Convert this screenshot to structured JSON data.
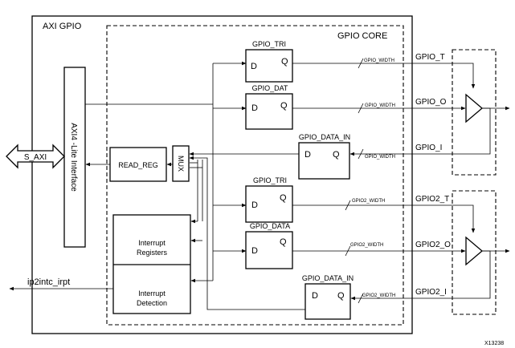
{
  "labels": {
    "axi_gpio": "AXI GPIO",
    "gpio_core": "GPIO CORE",
    "axi_lite": "AXI4 -Lite Interface",
    "s_axi": "S_AXI",
    "read_reg": "READ_REG",
    "mux": "MUX",
    "interrupt_registers_1": "Interrupt",
    "interrupt_registers_2": "Registers",
    "interrupt_detection_1": "Interrupt",
    "interrupt_detection_2": "Detection",
    "ip2intc": "ip2intc_irpt",
    "figure_id": "X13238",
    "ff_d": "D",
    "ff_q": "Q"
  },
  "registers": [
    {
      "name": "GPIO_TRI"
    },
    {
      "name": "GPIO_DAT"
    },
    {
      "name": "GPIO_DATA_IN"
    },
    {
      "name": "GPIO_TRI"
    },
    {
      "name": "GPIO_DATA"
    },
    {
      "name": "GPIO_DATA_IN"
    }
  ],
  "buses": [
    {
      "width": "GPIO_WIDTH",
      "signal": "GPIO_T"
    },
    {
      "width": "GPIO_WIDTH",
      "signal": "GPIO_O"
    },
    {
      "width": "GPIO_WIDTH",
      "signal": "GPIO_I"
    },
    {
      "width": "GPIO2_WIDTH",
      "signal": "GPIO2_T"
    },
    {
      "width": "GPIO2_WIDTH",
      "signal": "GPIO2_O"
    },
    {
      "width": "GPIO2_WIDTH",
      "signal": "GPIO2_I"
    }
  ]
}
